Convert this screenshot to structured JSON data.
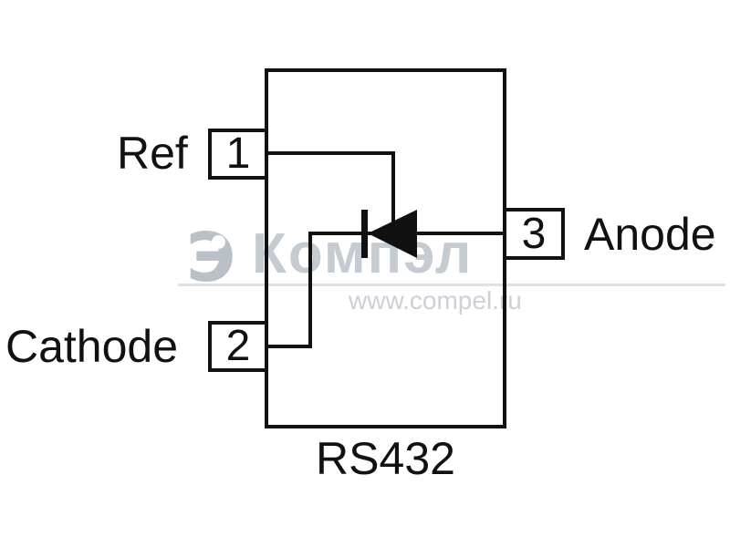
{
  "diagram": {
    "part_number": "RS432",
    "pins": [
      {
        "number": "1",
        "label": "Ref"
      },
      {
        "number": "2",
        "label": "Cathode"
      },
      {
        "number": "3",
        "label": "Anode"
      }
    ]
  },
  "watermark": {
    "brand": "Компэл",
    "url": "www.compel.ru",
    "logo_glyph": "Э"
  },
  "colors": {
    "line": "#111111",
    "watermark_text": "#c5cbd2",
    "watermark_line": "#dde1e6"
  }
}
